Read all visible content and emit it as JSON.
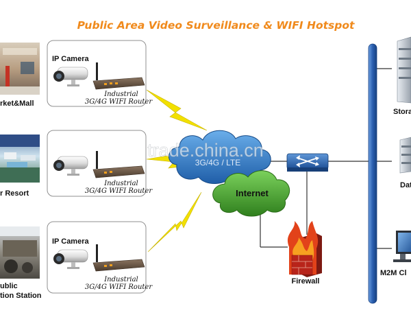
{
  "title": "Public Area Video Surveillance & WIFI Hotspot",
  "sites": [
    {
      "label": "rket&Mall"
    },
    {
      "label": "r Resort"
    },
    {
      "label_line1": "ublic",
      "label_line2": "tion Station"
    }
  ],
  "panels": [
    {
      "camera_label": "IP Camera",
      "router_line1": "Industrial",
      "router_line2": "3G/4G WIFI Router"
    },
    {
      "camera_label": "",
      "router_line1": "Industrial",
      "router_line2": "3G/4G WIFI Router"
    },
    {
      "camera_label": "IP Camera",
      "router_line1": "Industrial",
      "router_line2": "3G/4G WIFI Router"
    }
  ],
  "network": {
    "cloud_label": "3G/4G / LTE",
    "internet_label": "Internet",
    "firewall_label": "Firewall"
  },
  "servers": [
    {
      "label": "Stora"
    },
    {
      "label": "Dat"
    },
    {
      "label": "M2M Cl"
    }
  ],
  "watermark": "trade.china.cn",
  "colors": {
    "title": "#f08a1c",
    "bus": "#2a5fb0",
    "cloud": "#2f79c7",
    "internet": "#3f9d2a",
    "lightning": "#f2e000",
    "firewall": "#cf2a1f"
  }
}
